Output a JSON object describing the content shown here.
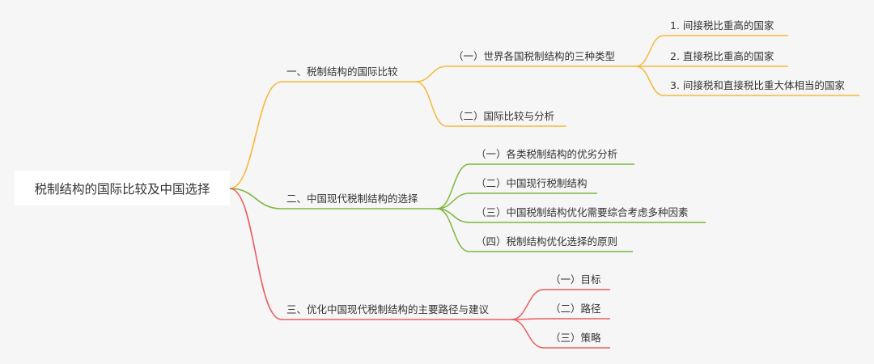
{
  "root": {
    "label": "税制结构的国际比较及中国选择"
  },
  "colors": {
    "background": "#f6f6f6",
    "branch_1": "#f5b93a",
    "branch_2": "#79b93c",
    "branch_3": "#ea5e5e"
  },
  "branches": [
    {
      "label": "一、税制结构的国际比较",
      "children": [
        {
          "label": "（一）世界各国税制结构的三种类型",
          "children": [
            {
              "label": "1. 间接税比重高的国家"
            },
            {
              "label": "2. 直接税比重高的国家"
            },
            {
              "label": "3. 间接税和直接税比重大体相当的国家"
            }
          ]
        },
        {
          "label": "（二）国际比较与分析"
        }
      ]
    },
    {
      "label": "二、中国现代税制结构的选择",
      "children": [
        {
          "label": "（一）各类税制结构的优劣分析"
        },
        {
          "label": "（二）中国现行税制结构"
        },
        {
          "label": "（三）中国税制结构优化需要综合考虑多种因素"
        },
        {
          "label": "（四）税制结构优化选择的原则"
        }
      ]
    },
    {
      "label": "三、优化中国现代税制结构的主要路径与建议",
      "children": [
        {
          "label": "（一）目标"
        },
        {
          "label": "（二）路径"
        },
        {
          "label": "（三）策略"
        }
      ]
    }
  ]
}
